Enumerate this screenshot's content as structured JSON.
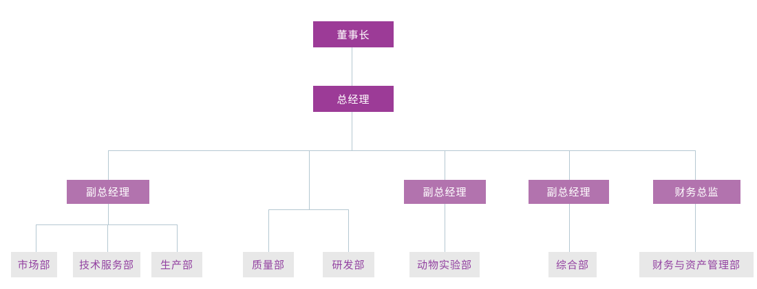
{
  "org": {
    "diagram_type": "org-chart",
    "colors": {
      "primary_box": "#9C3B97",
      "secondary_box": "#B273AE",
      "dept_box_bg": "#E8E8E8",
      "dept_box_text": "#9240A0",
      "connector_line": "#B4C7D1",
      "primary_text": "#FFFFFF"
    },
    "nodes": {
      "chairman": {
        "label": "董事长",
        "level": 1,
        "reports_to": null
      },
      "gm": {
        "label": "总经理",
        "level": 2,
        "reports_to": "chairman"
      },
      "vgm1": {
        "label": "副总经理",
        "level": 3,
        "reports_to": "gm"
      },
      "vgm2": {
        "label": "副总经理",
        "level": 3,
        "reports_to": "gm"
      },
      "vgm3": {
        "label": "副总经理",
        "level": 3,
        "reports_to": "gm"
      },
      "cfo": {
        "label": "财务总监",
        "level": 3,
        "reports_to": "gm"
      },
      "dept_market": {
        "label": "市场部",
        "level": 4,
        "reports_to": "vgm1"
      },
      "dept_tech": {
        "label": "技术服务部",
        "level": 4,
        "reports_to": "vgm1"
      },
      "dept_production": {
        "label": "生产部",
        "level": 4,
        "reports_to": "vgm1"
      },
      "dept_quality": {
        "label": "质量部",
        "level": 4,
        "reports_to": "gm"
      },
      "dept_rd": {
        "label": "研发部",
        "level": 4,
        "reports_to": "gm"
      },
      "dept_animal": {
        "label": "动物实验部",
        "level": 4,
        "reports_to": "vgm2"
      },
      "dept_general": {
        "label": "综合部",
        "level": 4,
        "reports_to": "vgm3"
      },
      "dept_fin_asset": {
        "label": "财务与资产管理部",
        "level": 4,
        "reports_to": "cfo"
      }
    }
  }
}
